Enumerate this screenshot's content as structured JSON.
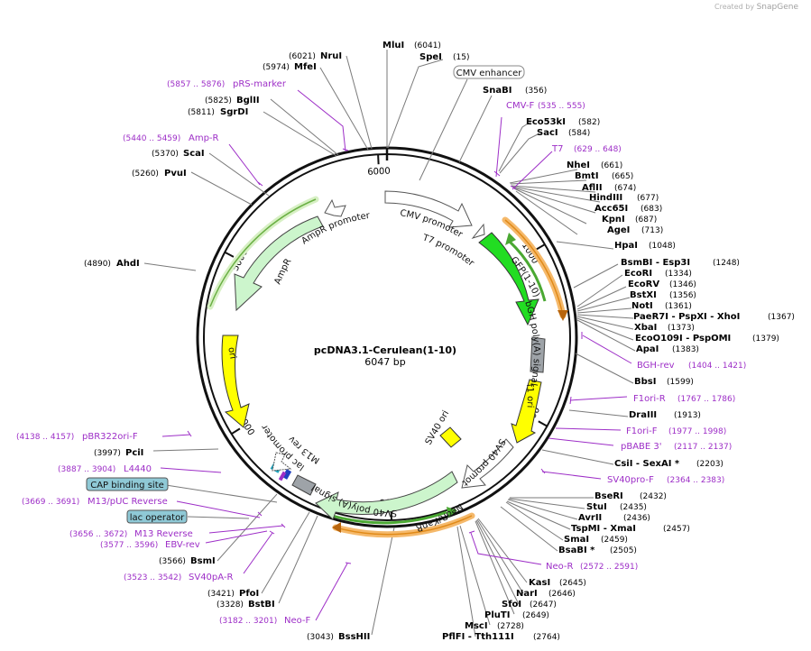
{
  "watermark": {
    "prefix": "Created by",
    "brand": "SnapGene"
  },
  "plasmid": {
    "name": "pcDNA3.1-Cerulean(1-10)",
    "size_label": "6047 bp",
    "length": 6047
  },
  "ticks": [
    {
      "pos": 1000,
      "label": "1000"
    },
    {
      "pos": 2000,
      "label": "2000"
    },
    {
      "pos": 3000,
      "label": "3000"
    },
    {
      "pos": 4000,
      "label": "4000"
    },
    {
      "pos": 5000,
      "label": "5000"
    },
    {
      "pos": 6000,
      "label": "6000"
    }
  ],
  "sites": [
    {
      "name": "MluI",
      "pos": "(6041)"
    },
    {
      "name": "SpeI",
      "pos": "(15)"
    },
    {
      "name": "SnaBI",
      "pos": "(356)"
    },
    {
      "name": "Eco53kI",
      "pos": "(582)"
    },
    {
      "name": "SacI",
      "pos": "(584)"
    },
    {
      "name": "NheI",
      "pos": "(661)"
    },
    {
      "name": "BmtI",
      "pos": "(665)"
    },
    {
      "name": "AflII",
      "pos": "(674)"
    },
    {
      "name": "HindIII",
      "pos": "(677)"
    },
    {
      "name": "Acc65I",
      "pos": "(683)"
    },
    {
      "name": "KpnI",
      "pos": "(687)"
    },
    {
      "name": "AgeI",
      "pos": "(713)"
    },
    {
      "name": "HpaI",
      "pos": "(1048)"
    },
    {
      "name": "BsmBI - Esp3I",
      "pos": "(1248)"
    },
    {
      "name": "EcoRI",
      "pos": "(1334)"
    },
    {
      "name": "EcoRV",
      "pos": "(1346)"
    },
    {
      "name": "BstXI",
      "pos": "(1356)"
    },
    {
      "name": "NotI",
      "pos": "(1361)"
    },
    {
      "name": "PaeR7I - PspXI - XhoI",
      "pos": "(1367)"
    },
    {
      "name": "XbaI",
      "pos": "(1373)"
    },
    {
      "name": "EcoO109I - PspOMI",
      "pos": "(1379)"
    },
    {
      "name": "ApaI",
      "pos": "(1383)"
    },
    {
      "name": "BbsI",
      "pos": "(1599)"
    },
    {
      "name": "DraIII",
      "pos": "(1913)"
    },
    {
      "name": "CsiI - SexAI *",
      "pos": "(2203)"
    },
    {
      "name": "BseRI",
      "pos": "(2432)"
    },
    {
      "name": "StuI",
      "pos": "(2435)"
    },
    {
      "name": "AvrII",
      "pos": "(2436)"
    },
    {
      "name": "TspMI - XmaI",
      "pos": "(2457)"
    },
    {
      "name": "SmaI",
      "pos": "(2459)"
    },
    {
      "name": "BsaBI *",
      "pos": "(2505)"
    },
    {
      "name": "KasI",
      "pos": "(2645)"
    },
    {
      "name": "NarI",
      "pos": "(2646)"
    },
    {
      "name": "SfoI",
      "pos": "(2647)"
    },
    {
      "name": "PluTI",
      "pos": "(2649)"
    },
    {
      "name": "MscI",
      "pos": "(2728)"
    },
    {
      "name": "PflFI - Tth111I",
      "pos": "(2764)"
    },
    {
      "name": "BssHII",
      "pos": "(3043)"
    },
    {
      "name": "BstBI",
      "pos": "(3328)"
    },
    {
      "name": "PfoI",
      "pos": "(3421)"
    },
    {
      "name": "BsmI",
      "pos": "(3566)"
    },
    {
      "name": "PciI",
      "pos": "(3997)"
    },
    {
      "name": "AhdI",
      "pos": "(4890)"
    },
    {
      "name": "PvuI",
      "pos": "(5260)"
    },
    {
      "name": "ScaI",
      "pos": "(5370)"
    },
    {
      "name": "SgrDI",
      "pos": "(5811)"
    },
    {
      "name": "BglII",
      "pos": "(5825)"
    },
    {
      "name": "MfeI",
      "pos": "(5974)"
    },
    {
      "name": "NruI",
      "pos": "(6021)"
    }
  ],
  "primers": [
    {
      "name": "CMV-F",
      "range": "(535 .. 555)"
    },
    {
      "name": "T7",
      "range": "(629 .. 648)"
    },
    {
      "name": "BGH-rev",
      "range": "(1404 .. 1421)"
    },
    {
      "name": "F1ori-R",
      "range": "(1767 .. 1786)"
    },
    {
      "name": "F1ori-F",
      "range": "(1977 .. 1998)"
    },
    {
      "name": "pBABE 3'",
      "range": "(2117 .. 2137)"
    },
    {
      "name": "SV40pro-F",
      "range": "(2364 .. 2383)"
    },
    {
      "name": "Neo-R",
      "range": "(2572 .. 2591)"
    },
    {
      "name": "Neo-F",
      "range": "(3182 .. 3201)"
    },
    {
      "name": "SV40pA-R",
      "range": "(3523 .. 3542)"
    },
    {
      "name": "EBV-rev",
      "range": "(3577 .. 3596)"
    },
    {
      "name": "M13 Reverse",
      "range": "(3656 .. 3672)"
    },
    {
      "name": "M13/pUC Reverse",
      "range": "(3669 .. 3691)"
    },
    {
      "name": "L4440",
      "range": "(3887 .. 3904)"
    },
    {
      "name": "pBR322ori-F",
      "range": "(4138 .. 4157)"
    },
    {
      "name": "Amp-R",
      "range": "(5440 .. 5459)"
    },
    {
      "name": "pRS-marker",
      "range": "(5857 .. 5876)"
    }
  ],
  "boxed_features": [
    "CMV enhancer",
    "CAP binding site",
    "lac operator"
  ],
  "features": {
    "cmv_promoter": "CMV promoter",
    "t7_promoter": "T7 promoter",
    "gfp": "GFP(1-10)",
    "bgh": "bGH poly(A) signal",
    "f1ori": "f1 ori",
    "sv40ori": "SV40 ori",
    "sv40prom": "SV40 promoter",
    "neokan": "NeoR/KanR",
    "sv40pa": "SV40 poly(A) signal",
    "m13rev": "M13 rev",
    "lacprom": "lac promoter",
    "ori": "ori",
    "ampr": "AmpR",
    "amprprom": "AmpR promoter"
  },
  "colors": {
    "primer": "#9d2ec7",
    "gfp": "#22dd22",
    "ampr": "#ccf5cc",
    "ori": "#ffff00",
    "orf_band": "#f5b96b",
    "polyA": "#9ea3a8",
    "boxed": "#8fc9d6"
  }
}
